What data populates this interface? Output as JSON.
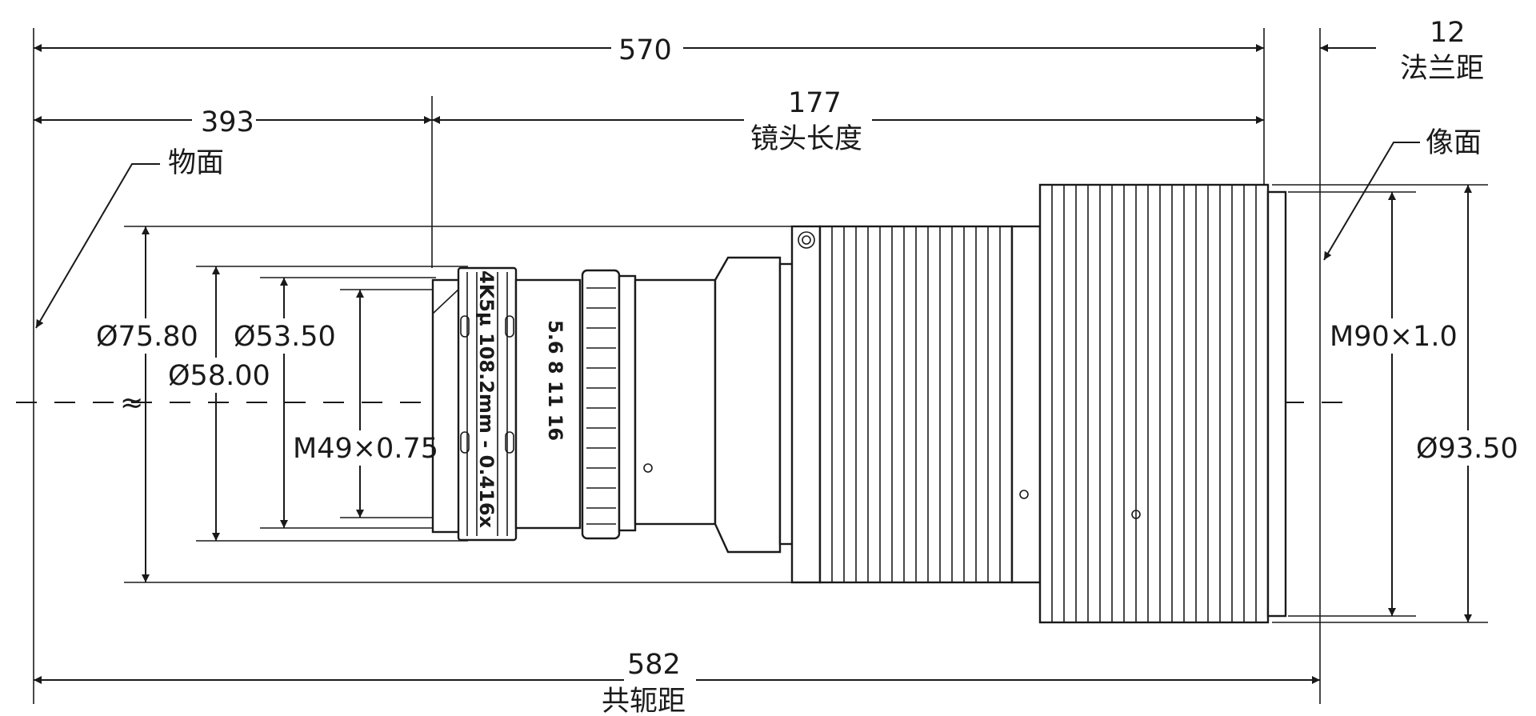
{
  "drawing": {
    "total_length": "570",
    "flange_distance": "12",
    "flange_distance_label": "法兰距",
    "object_distance": "393",
    "lens_length": "177",
    "lens_length_label": "镜头长度",
    "object_plane_label": "物面",
    "image_plane_label": "像面",
    "dia_75": "Ø75.80",
    "dia_53": "Ø53.50",
    "dia_58": "Ø58.00",
    "thread_front": "M49×0.75",
    "thread_rear": "M90×1.0",
    "dia_93": "Ø93.50",
    "conjugate_distance": "582",
    "conjugate_label": "共轭距",
    "approx_symbol": "≈",
    "barrel_engraving": "4K5µ 108.2mm - 0.416x",
    "aperture_scale": "5.6  8  11  16"
  },
  "colors": {
    "line": "#1a1a1a",
    "background": "#ffffff"
  }
}
